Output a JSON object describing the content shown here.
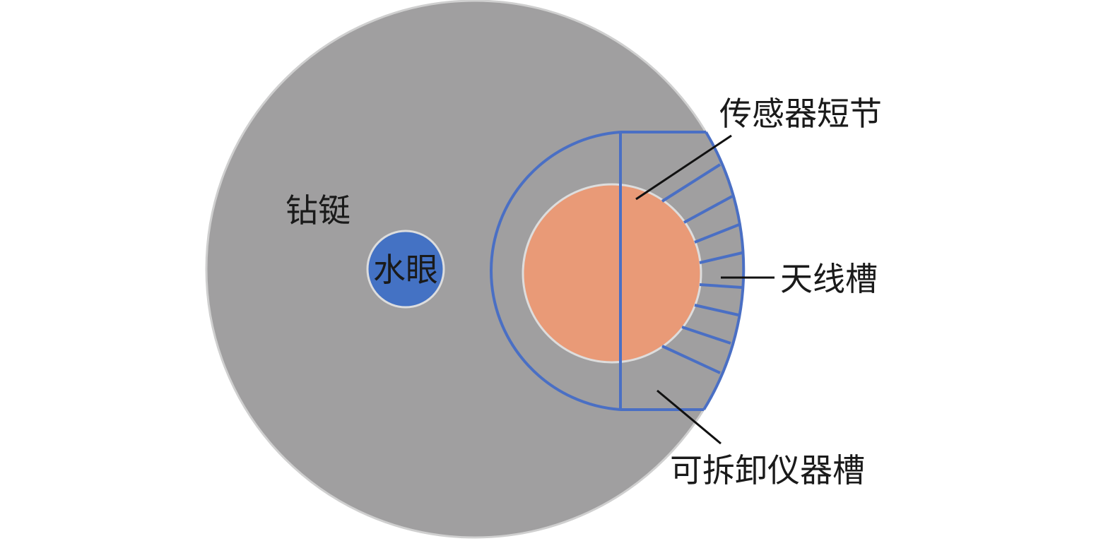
{
  "labels": {
    "drill_collar": "钻铤",
    "water_hole": "水眼",
    "sensor_sub": "传感器短节",
    "antenna_slot": "天线槽",
    "removable_instrument_slot": "可拆卸仪器槽"
  },
  "colors": {
    "drill_collar": "#a09fa0",
    "water_hole": "#4472c4",
    "sensor_sub": "#e99a77",
    "slot_outline": "#4a6fc4",
    "leader": "#111111"
  }
}
